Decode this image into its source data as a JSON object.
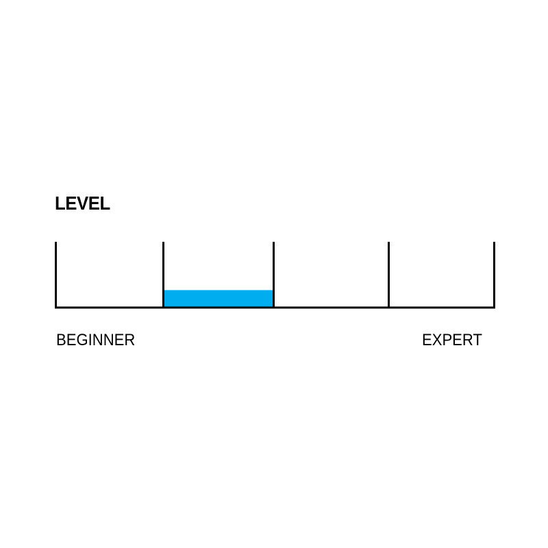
{
  "title": "LEVEL",
  "scale": {
    "segments": 4,
    "selected_index": 1,
    "selected_fill_fraction": 0.25,
    "accent_color": "#00AEEF",
    "line_color": "#000000",
    "min_label": "BEGINNER",
    "max_label": "EXPERT"
  }
}
